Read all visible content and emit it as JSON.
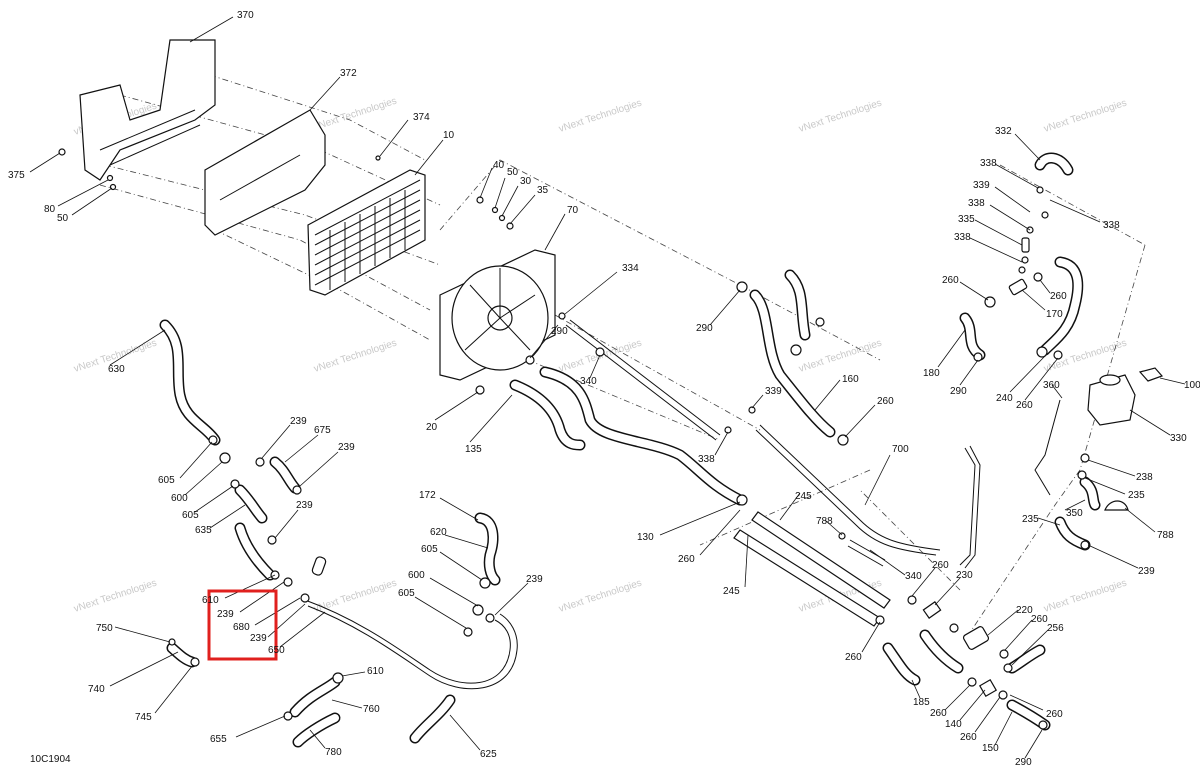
{
  "diagram_code": "10C1904",
  "watermark_text": "vNext Technologies",
  "highlight": {
    "color": "#e0201e",
    "labels": [
      "239",
      "680",
      "239"
    ]
  },
  "callouts": [
    {
      "id": "c370",
      "text": "370"
    },
    {
      "id": "c372",
      "text": "372"
    },
    {
      "id": "c374",
      "text": "374"
    },
    {
      "id": "c10",
      "text": "10"
    },
    {
      "id": "c375",
      "text": "375"
    },
    {
      "id": "c80",
      "text": "80"
    },
    {
      "id": "c50a",
      "text": "50"
    },
    {
      "id": "c40",
      "text": "40"
    },
    {
      "id": "c50b",
      "text": "50"
    },
    {
      "id": "c30",
      "text": "30"
    },
    {
      "id": "c35",
      "text": "35"
    },
    {
      "id": "c70",
      "text": "70"
    },
    {
      "id": "c334",
      "text": "334"
    },
    {
      "id": "c290a",
      "text": "290"
    },
    {
      "id": "c290b",
      "text": "290"
    },
    {
      "id": "c340a",
      "text": "340"
    },
    {
      "id": "c339a",
      "text": "339"
    },
    {
      "id": "c160",
      "text": "160"
    },
    {
      "id": "c260a",
      "text": "260"
    },
    {
      "id": "c20",
      "text": "20"
    },
    {
      "id": "c135",
      "text": "135"
    },
    {
      "id": "c338a",
      "text": "338"
    },
    {
      "id": "c700",
      "text": "700"
    },
    {
      "id": "c630",
      "text": "630"
    },
    {
      "id": "c239a",
      "text": "239"
    },
    {
      "id": "c675",
      "text": "675"
    },
    {
      "id": "c239b",
      "text": "239"
    },
    {
      "id": "c605a",
      "text": "605"
    },
    {
      "id": "c600a",
      "text": "600"
    },
    {
      "id": "c605b",
      "text": "605"
    },
    {
      "id": "c635",
      "text": "635"
    },
    {
      "id": "c239c",
      "text": "239"
    },
    {
      "id": "c172",
      "text": "172"
    },
    {
      "id": "c620",
      "text": "620"
    },
    {
      "id": "c605c",
      "text": "605"
    },
    {
      "id": "c600b",
      "text": "600"
    },
    {
      "id": "c239d",
      "text": "239"
    },
    {
      "id": "c605d",
      "text": "605"
    },
    {
      "id": "c610a",
      "text": "610"
    },
    {
      "id": "c239e",
      "text": "239"
    },
    {
      "id": "c680",
      "text": "680"
    },
    {
      "id": "c239f",
      "text": "239"
    },
    {
      "id": "c650",
      "text": "650"
    },
    {
      "id": "c750",
      "text": "750"
    },
    {
      "id": "c740",
      "text": "740"
    },
    {
      "id": "c745",
      "text": "745"
    },
    {
      "id": "c610b",
      "text": "610"
    },
    {
      "id": "c760",
      "text": "760"
    },
    {
      "id": "c655",
      "text": "655"
    },
    {
      "id": "c780",
      "text": "780"
    },
    {
      "id": "c625",
      "text": "625"
    },
    {
      "id": "c130",
      "text": "130"
    },
    {
      "id": "c245a",
      "text": "245"
    },
    {
      "id": "c260b",
      "text": "260"
    },
    {
      "id": "c788a",
      "text": "788"
    },
    {
      "id": "c340b",
      "text": "340"
    },
    {
      "id": "c245b",
      "text": "245"
    },
    {
      "id": "c260c",
      "text": "260"
    },
    {
      "id": "c230",
      "text": "230"
    },
    {
      "id": "c260d",
      "text": "260"
    },
    {
      "id": "c220",
      "text": "220"
    },
    {
      "id": "c260e",
      "text": "260"
    },
    {
      "id": "c256",
      "text": "256"
    },
    {
      "id": "c185",
      "text": "185"
    },
    {
      "id": "c260f",
      "text": "260"
    },
    {
      "id": "c140",
      "text": "140"
    },
    {
      "id": "c260g",
      "text": "260"
    },
    {
      "id": "c260h",
      "text": "260"
    },
    {
      "id": "c150",
      "text": "150"
    },
    {
      "id": "c290c",
      "text": "290"
    },
    {
      "id": "c332",
      "text": "332"
    },
    {
      "id": "c338b",
      "text": "338"
    },
    {
      "id": "c339b",
      "text": "339"
    },
    {
      "id": "c338c",
      "text": "338"
    },
    {
      "id": "c335",
      "text": "335"
    },
    {
      "id": "c338d",
      "text": "338"
    },
    {
      "id": "c338e",
      "text": "338"
    },
    {
      "id": "c260i",
      "text": "260"
    },
    {
      "id": "c260j",
      "text": "260"
    },
    {
      "id": "c170",
      "text": "170"
    },
    {
      "id": "c180",
      "text": "180"
    },
    {
      "id": "c290d",
      "text": "290"
    },
    {
      "id": "c240",
      "text": "240"
    },
    {
      "id": "c260k",
      "text": "260"
    },
    {
      "id": "c360",
      "text": "360"
    },
    {
      "id": "c100",
      "text": "100"
    },
    {
      "id": "c330",
      "text": "330"
    },
    {
      "id": "c238",
      "text": "238"
    },
    {
      "id": "c235a",
      "text": "235"
    },
    {
      "id": "c350",
      "text": "350"
    },
    {
      "id": "c235b",
      "text": "235"
    },
    {
      "id": "c788b",
      "text": "788"
    },
    {
      "id": "c239g",
      "text": "239"
    }
  ]
}
